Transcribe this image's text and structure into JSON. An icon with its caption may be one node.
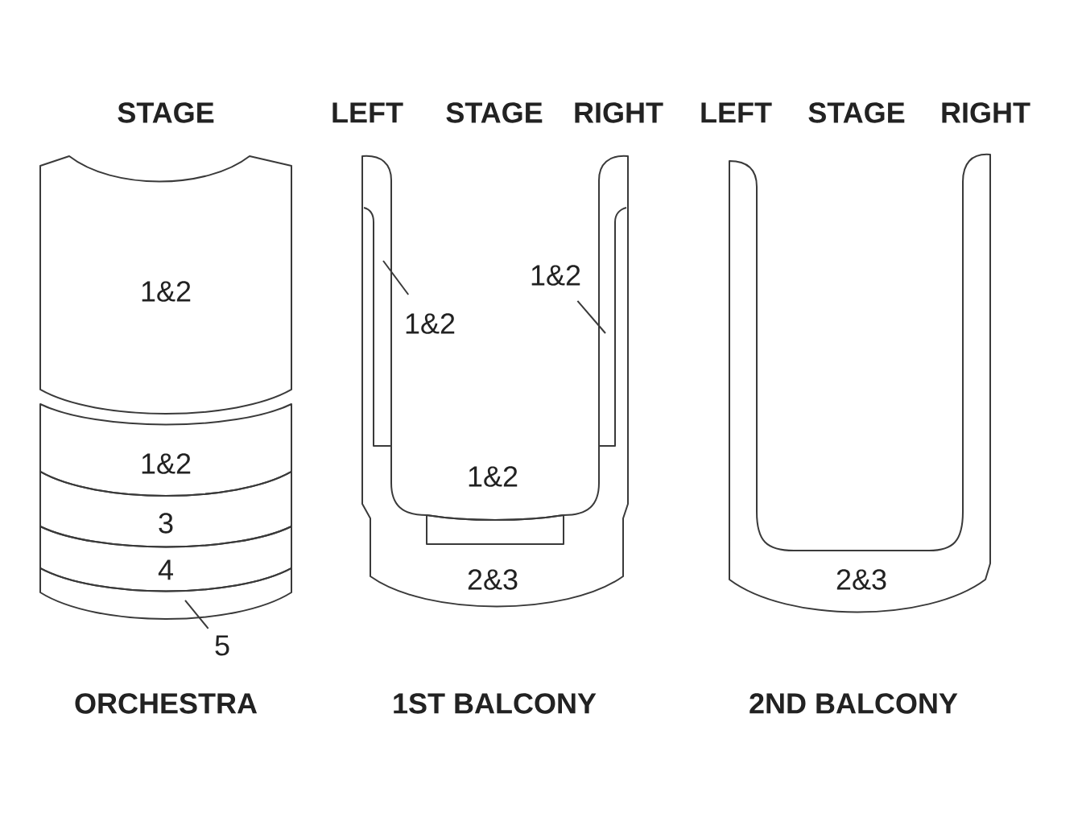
{
  "diagram": {
    "nodes": [
      {
        "text": [
          "1&2"
        ]
      },
      {
        "text": [
          "1&2"
        ]
      },
      {
        "text": [
          "3"
        ]
      },
      {
        "text": [
          "4"
        ]
      },
      {
        "text": [],
        "shape": "box"
      },
      {
        "text": [
          "5"
        ]
      },
      {
        "text": [
          "2&3"
        ]
      },
      {
        "text": [],
        "shape": "box",
        "in": 6
      },
      {
        "text": [
          "1&2"
        ],
        "in": 6
      },
      {
        "text": [],
        "shape": "box",
        "in": 6
      },
      {
        "text": [
          "1&2"
        ],
        "in": 6
      },
      {
        "text": [
          "1&2"
        ],
        "in": 6
      },
      {
        "text": [],
        "shape": "box",
        "in": 6
      },
      {
        "text": [
          "2&3"
        ]
      }
    ],
    "edges": [
      {
        "from": 5,
        "to": 4,
        "arrow": "none"
      },
      {
        "from": 8,
        "to": 7,
        "arrow": "none"
      },
      {
        "from": 10,
        "to": 9,
        "arrow": "none"
      }
    ],
    "labels": [
      "STAGE",
      "LEFT",
      "STAGE",
      "RIGHT",
      "LEFT",
      "STAGE",
      "RIGHT",
      "ORCHESTRA",
      "1ST BALCONY",
      "2ND BALCONY"
    ]
  }
}
